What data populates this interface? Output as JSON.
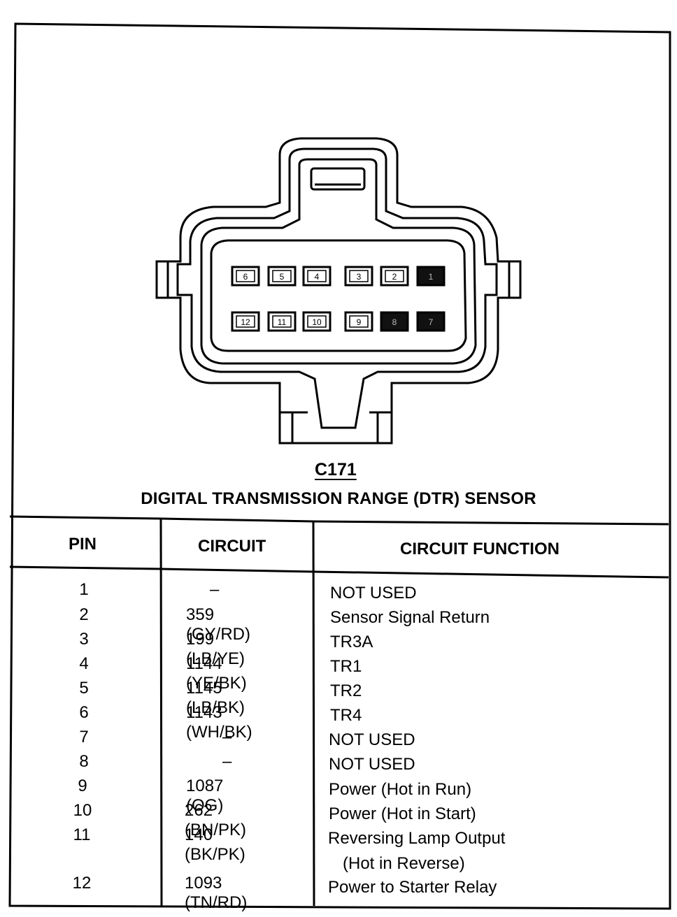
{
  "connector": {
    "id": "C171",
    "title": "DIGITAL TRANSMISSION RANGE (DTR) SENSOR",
    "top_row_pins": [
      "6",
      "5",
      "4",
      "3",
      "2",
      "1"
    ],
    "bottom_row_pins": [
      "12",
      "11",
      "10",
      "9",
      "8",
      "7"
    ],
    "filled_pins": [
      "1",
      "7",
      "8"
    ]
  },
  "table": {
    "headers": {
      "pin": "PIN",
      "circuit": "CIRCUIT",
      "function": "CIRCUIT FUNCTION"
    },
    "rows": [
      {
        "pin": "1",
        "circuit": "–",
        "function": "NOT USED"
      },
      {
        "pin": "2",
        "circuit": "359 (GY/RD)",
        "function": "Sensor Signal Return"
      },
      {
        "pin": "3",
        "circuit": "199 (LB/YE)",
        "function": "TR3A"
      },
      {
        "pin": "4",
        "circuit": "1144 (YE/BK)",
        "function": "TR1"
      },
      {
        "pin": "5",
        "circuit": "1145 (LB/BK)",
        "function": "TR2"
      },
      {
        "pin": "6",
        "circuit": "1143 (WH/BK)",
        "function": "TR4"
      },
      {
        "pin": "7",
        "circuit": "–",
        "function": "NOT USED"
      },
      {
        "pin": "8",
        "circuit": "–",
        "function": "NOT USED"
      },
      {
        "pin": "9",
        "circuit": "1087 (OG)",
        "function": "Power (Hot in Run)"
      },
      {
        "pin": "10",
        "circuit": "262 (BN/PK)",
        "function": "Power (Hot in Start)"
      },
      {
        "pin": "11",
        "circuit": "140 (BK/PK)",
        "function": "Reversing Lamp Output",
        "function_line2": "(Hot in Reverse)"
      },
      {
        "pin": "12",
        "circuit": "1093 (TN/RD)",
        "function": "Power to Starter Relay"
      }
    ]
  }
}
